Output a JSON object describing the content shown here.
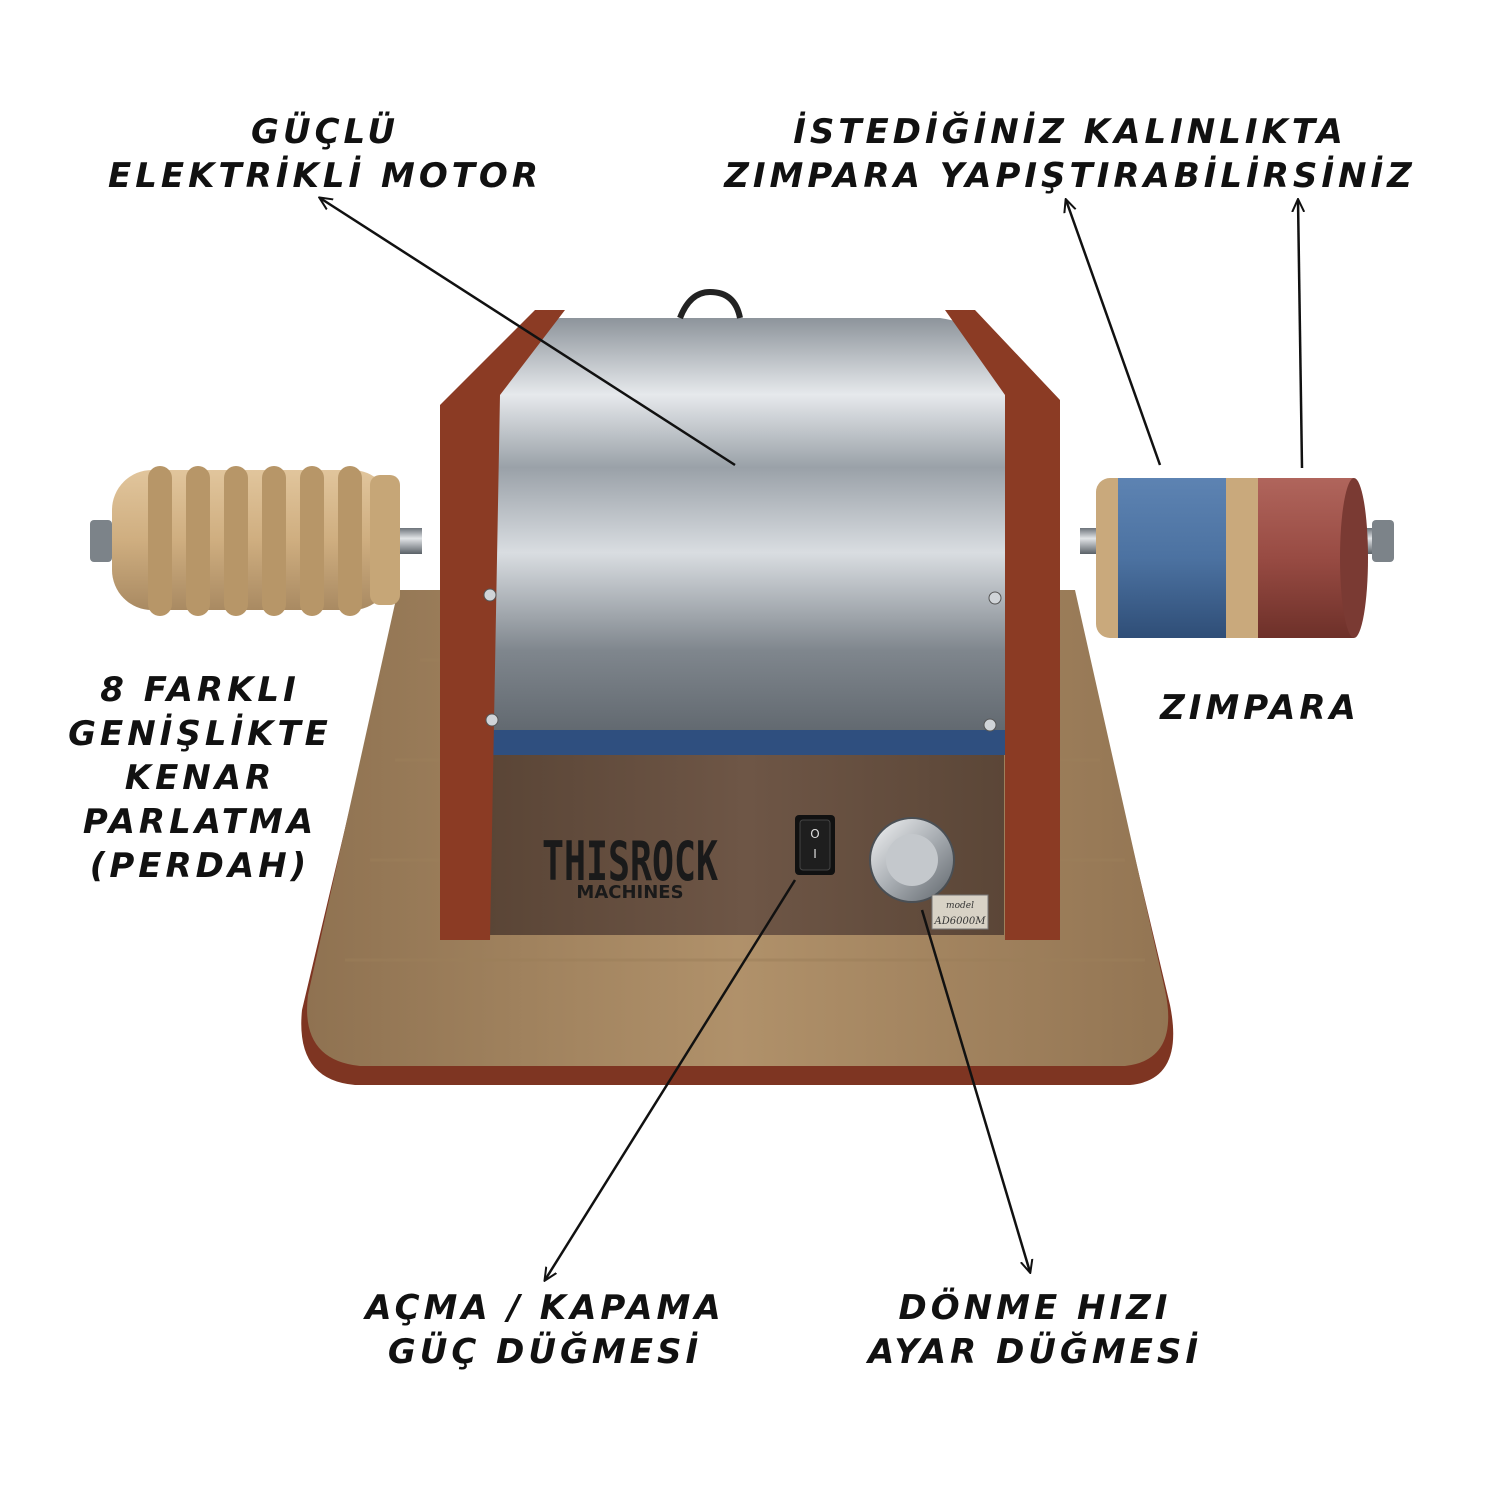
{
  "image": {
    "brand": "THISROCK",
    "brand_sub": "MACHINES",
    "model_caption": "model",
    "model_number": "AD6000M",
    "switch_symbols": [
      "O",
      "I"
    ]
  },
  "labels": {
    "motor": [
      "GÜÇLÜ",
      "ELEKTRİKLİ MOTOR"
    ],
    "thickness": [
      "İSTEDİĞİNİZ KALINLIKTA",
      "ZIMPARA YAPIŞTIRABİLİRSİNİZ"
    ],
    "polish": [
      "8 FARKLI",
      "GENİŞLİKTE",
      "KENAR",
      "PARLATMA",
      "(PERDAH)"
    ],
    "sanding": [
      "ZIMPARA"
    ],
    "power": [
      "AÇMA / KAPAMA",
      "GÜÇ DÜĞMESİ"
    ],
    "speed": [
      "DÖNME HIZI",
      "AYAR DÜĞMESİ"
    ]
  },
  "colors": {
    "leather": "#8b3b24",
    "wood_base": "#a88a63",
    "steel": "#c8cdd2",
    "blue_band": "#2f4f7f",
    "sanding_blue": "#4f77a8",
    "sanding_red": "#9a4d45",
    "arrow": "#111111",
    "text": "#111111"
  }
}
